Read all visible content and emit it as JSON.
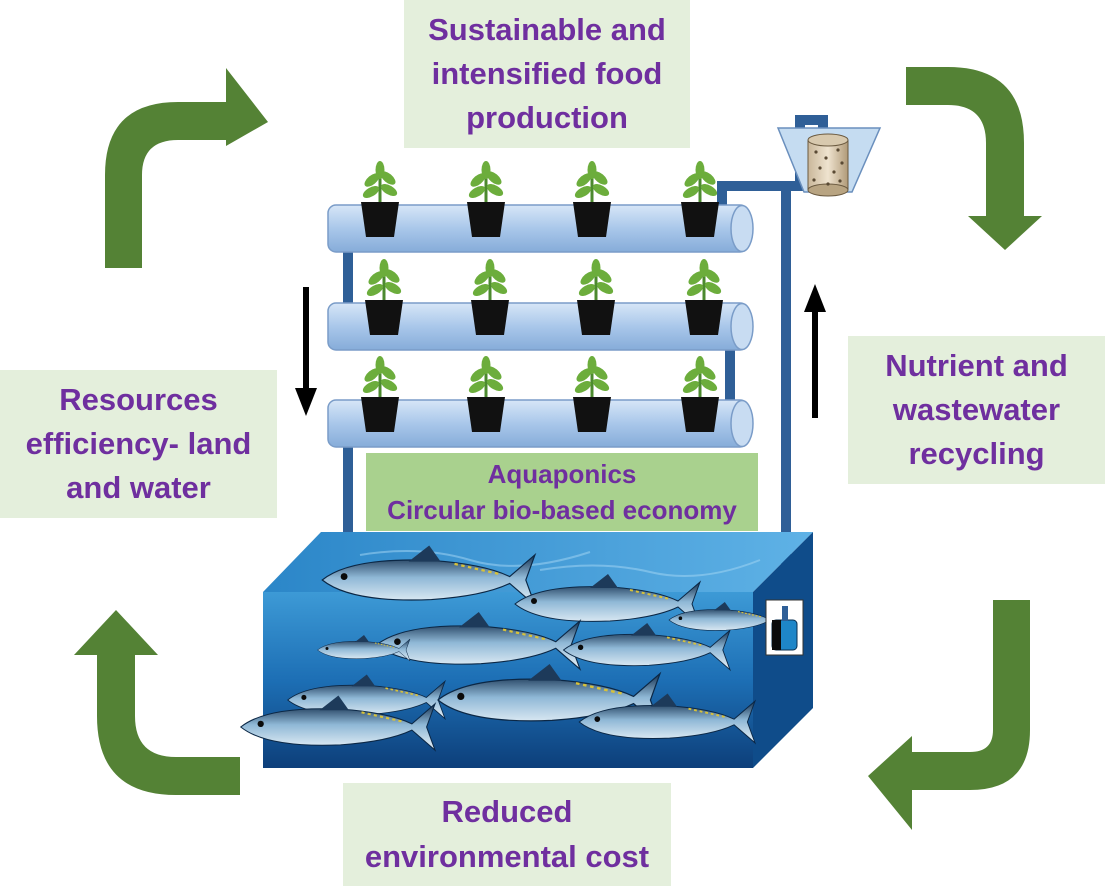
{
  "boxes": {
    "top": [
      "Sustainable and",
      "intensified food",
      "production"
    ],
    "left": [
      "Resources",
      "efficiency- land",
      "and water"
    ],
    "right": [
      "Nutrient and",
      "wastewater",
      "recycling"
    ],
    "bottom": [
      "Reduced",
      "environmental cost"
    ]
  },
  "center": {
    "line1": "Aquaponics",
    "line2": "Circular bio-based economy"
  },
  "colors": {
    "arrow_green": "#548235",
    "label_text": "#6f2f9f",
    "label_bg": "#e4efdc",
    "center_bg": "#a9d18e",
    "pipe": "#2f5f97",
    "tube": "#b3cfee",
    "water": "#1e6fb8"
  }
}
